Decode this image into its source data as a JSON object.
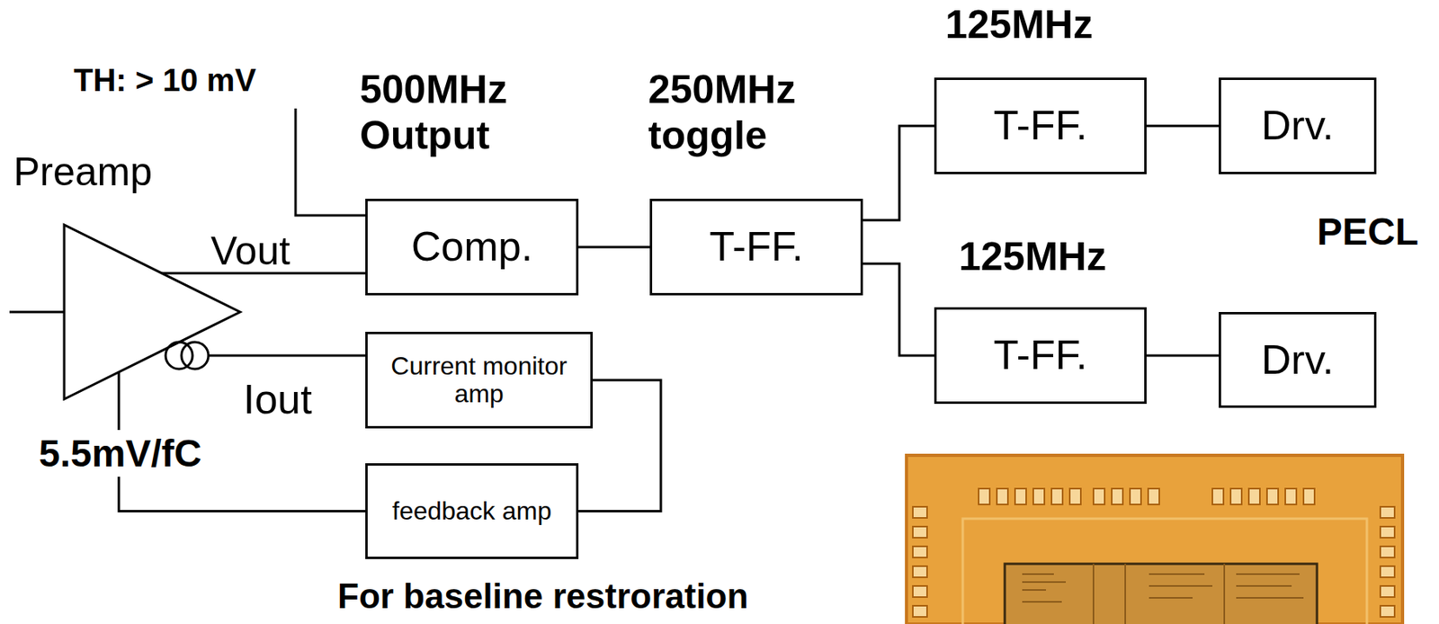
{
  "diagram": {
    "nodes": [
      {
        "text": [
          "Preamp"
        ]
      },
      {
        "text": [
          "Comp."
        ]
      },
      {
        "text": [
          "T-FF."
        ]
      },
      {
        "text": [
          "T-FF."
        ]
      },
      {
        "text": [
          "Drv."
        ]
      },
      {
        "text": [
          "T-FF."
        ]
      },
      {
        "text": [
          "Drv."
        ]
      },
      {
        "text": [
          "Current monitor amp"
        ]
      },
      {
        "text": [
          "feedback amp"
        ]
      }
    ],
    "edges": [
      {
        "from": 0,
        "to": 1,
        "label": "Vout",
        "arrow": "none"
      },
      {
        "from": 1,
        "to": 2,
        "arrow": "none"
      },
      {
        "from": 2,
        "to": 3,
        "arrow": "none"
      },
      {
        "from": 2,
        "to": 5,
        "arrow": "none"
      },
      {
        "from": 3,
        "to": 4,
        "arrow": "none"
      },
      {
        "from": 5,
        "to": 6,
        "arrow": "none"
      },
      {
        "from": 0,
        "to": 7,
        "label": "Iout",
        "arrow": "none"
      },
      {
        "from": 7,
        "to": 8,
        "arrow": "none"
      },
      {
        "from": 8,
        "to": 0,
        "arrow": "none"
      }
    ],
    "labels": [
      "TH: > 10 mV",
      "500MHz Output",
      "250MHz toggle",
      "125MHz",
      "125MHz",
      "PECL",
      "5.5mV/fC",
      "For baseline restroration"
    ]
  }
}
